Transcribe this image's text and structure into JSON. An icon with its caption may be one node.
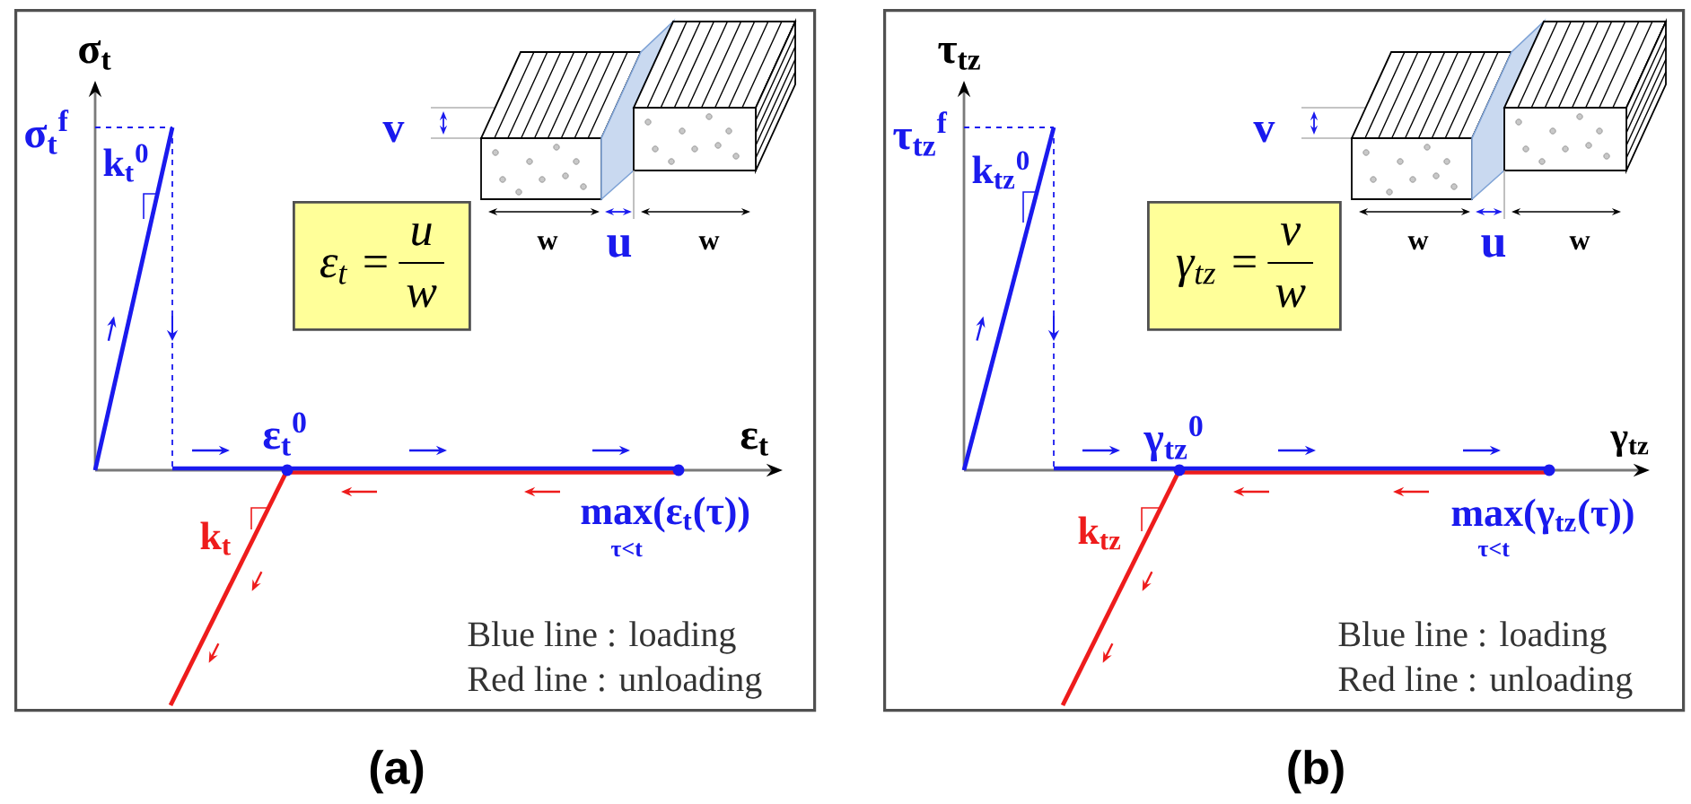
{
  "diagram": {
    "nodes": [
      {
        "text": [],
        "shape": "box",
        "beside": [
          "(a)"
        ]
      },
      {
        "text": [
          "ε$_{t}$ =",
          "u",
          "w"
        ],
        "in": 0
      },
      {
        "text": [],
        "shape": "box",
        "beside": [
          "(b)"
        ]
      },
      {
        "text": [
          "γ$_{tz}$ =",
          "v",
          "w"
        ],
        "in": 2
      }
    ],
    "labels": [
      "σ$_{t}$",
      "σ$_{t}$$^{f}$",
      "k$_{t}$$^{0}$",
      "v",
      "w",
      "u",
      "w",
      "ε$_{t}$$^{0}$",
      "ε$_{t}$",
      "k$_{t}$",
      "max(ε$_{t}$(τ))",
      "τ<t",
      "Blue line : loading",
      "Red line : unloading",
      "τ$_{tz}$",
      "τ$_{tz}$$^{f}$",
      "k$_{tz}$$^{0}$",
      "v",
      "w",
      "u",
      "w",
      "γ$_{tz}$$^{0}$",
      "γ$_{tz}$",
      "k$_{tz}$",
      "max(γ$_{tz}$(τ))",
      "τ<t",
      "Blue line : loading",
      "Red line : unloading"
    ]
  }
}
